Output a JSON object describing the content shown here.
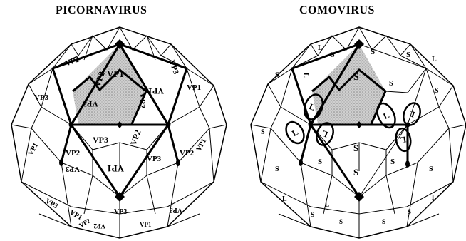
{
  "titles": {
    "left": "PICORNAVIRUS",
    "right": "COMOVIRUS"
  },
  "colors": {
    "outline": "#000000",
    "shading": "#b8b8b8",
    "background": "#ffffff"
  },
  "picornavirus": {
    "labels": {
      "vp1": "VP1",
      "vp2": "VP2",
      "vp3": "VP3"
    }
  },
  "comovirus": {
    "labels": {
      "s": "S",
      "l": "L"
    }
  }
}
